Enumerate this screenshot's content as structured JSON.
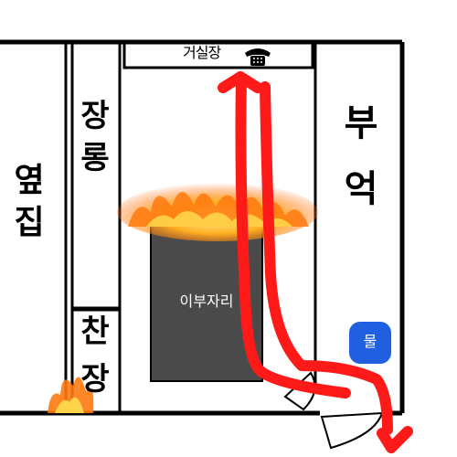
{
  "labels": {
    "neighbor_house": [
      "옆",
      "집"
    ],
    "wardrobe": [
      "장",
      "롱"
    ],
    "cupboard": [
      "찬",
      "장"
    ],
    "kitchen": [
      "부",
      "억"
    ],
    "living_room_wall": "거실장",
    "bed": "이부자리",
    "water": "물"
  },
  "icons": {
    "phone": "telephone-icon",
    "fire": "fire-icon",
    "arrow": "escape-route-arrow"
  },
  "colors": {
    "wall": "#000000",
    "bed": "#4a4a4a",
    "route": "#ff1a1a",
    "water_badge": "#1f5fe0",
    "fire_core": "#ff6a00",
    "fire_glow": "#ffcf33"
  }
}
